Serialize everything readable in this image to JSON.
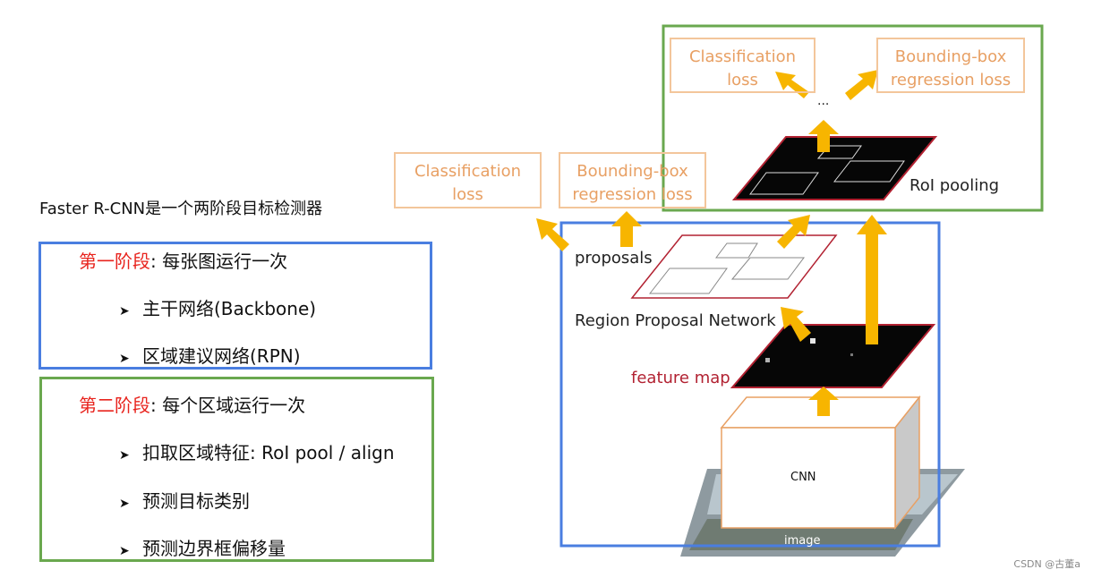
{
  "title": "Faster R-CNN是一个两阶段目标检测器",
  "stage1": {
    "head_red": "第一阶段",
    "head_rest": ": 每张图运行一次",
    "items": [
      "主干网络(Backbone)",
      "区域建议网络(RPN)"
    ]
  },
  "stage2": {
    "head_red": "第二阶段",
    "head_rest": ": 每个区域运行一次",
    "items": [
      "扣取区域特征: RoI pool / align",
      "预测目标类别",
      "预测边界框偏移量"
    ]
  },
  "diagram": {
    "rpn_cls_loss": [
      "Classification",
      "loss"
    ],
    "rpn_bbox_loss": [
      "Bounding-box",
      "regression loss"
    ],
    "top_cls_loss": [
      "Classification",
      "loss"
    ],
    "top_bbox_loss": [
      "Bounding-box",
      "regression loss"
    ],
    "ellipsis": "...",
    "roi_pooling": "RoI pooling",
    "proposals": "proposals",
    "rpn": "Region Proposal Network",
    "feature_map": "feature map",
    "cnn": "CNN",
    "image": "image"
  },
  "watermark": "CSDN @古董a",
  "colors": {
    "blue": "#4a7ee0",
    "green": "#6aa84f",
    "red": "#e8241e",
    "arrow": "#f7b500",
    "loss_text": "#e8a064"
  }
}
